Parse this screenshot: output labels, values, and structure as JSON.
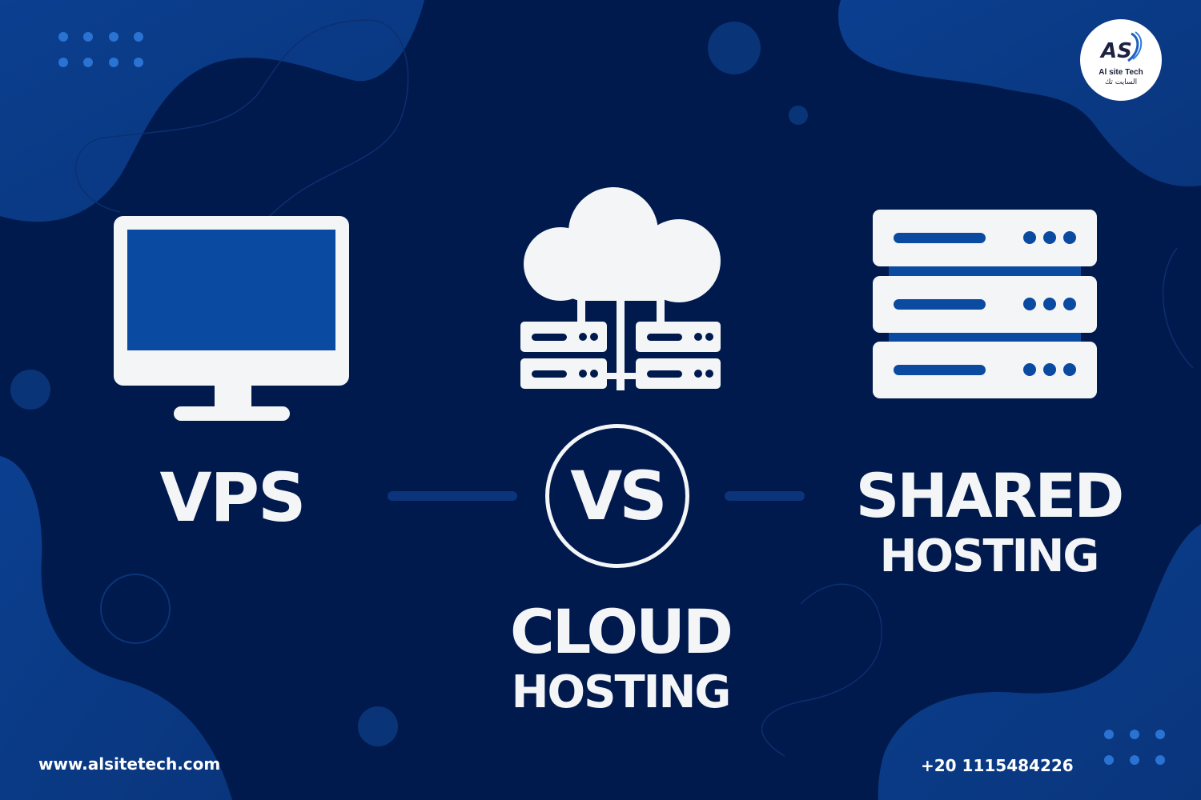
{
  "brand": {
    "logo_mark": "AS",
    "name_en": "Al site Tech",
    "name_ar": "السايت تك"
  },
  "options": [
    {
      "id": "vps",
      "title": "VPS",
      "subtitle": "",
      "icon": "monitor-icon"
    },
    {
      "id": "cloud",
      "title": "CLOUD",
      "subtitle": "HOSTING",
      "icon": "cloud-servers-icon"
    },
    {
      "id": "shared",
      "title": "SHARED",
      "subtitle": "HOSTING",
      "icon": "server-rack-icon"
    }
  ],
  "versus": {
    "label": "VS"
  },
  "footer": {
    "website": "www.alsitetech.com",
    "phone": "+20 1115484226"
  },
  "colors": {
    "background": "#011a4d",
    "blob": "#0a3b8a",
    "accent": "#0a4aa0",
    "dots": "#2a73d2",
    "text": "#f4f5f7"
  }
}
